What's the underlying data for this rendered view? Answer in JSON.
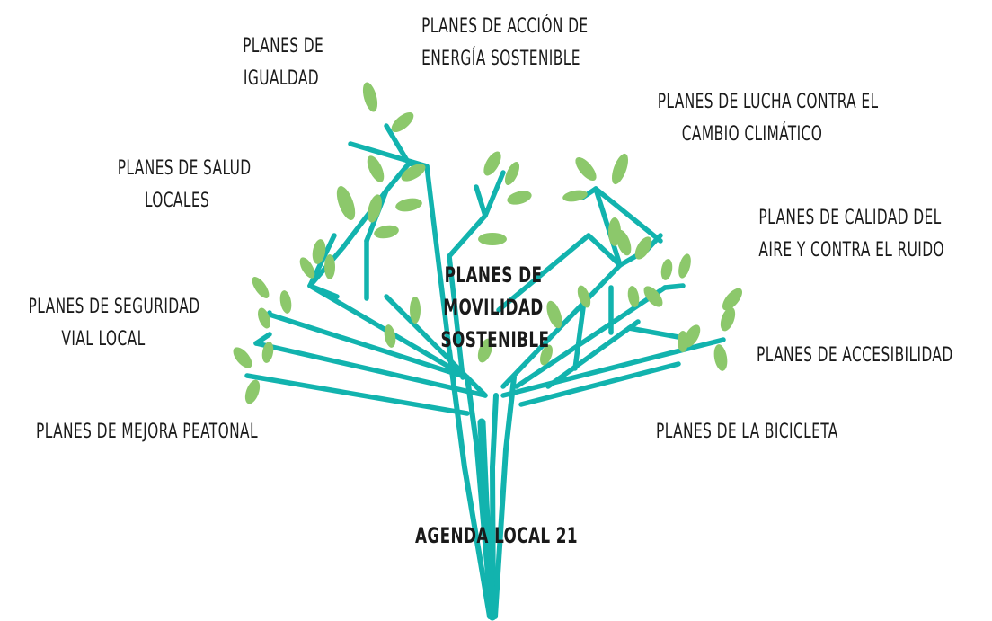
{
  "diagram": {
    "colors": {
      "branch": "#12b3ae",
      "leaf": "#8cc86b",
      "text": "#1a1a1a"
    },
    "root_label": "AGENDA LOCAL 21",
    "center_label": "PLANES DE\nMOVILIDAD\nSOSTENIBLE",
    "plans": {
      "igualdad": "PLANES DE\nIGUALDAD",
      "energia": "PLANES DE ACCIÓN DE\nENERGÍA SOSTENIBLE",
      "cambio_climatico": "PLANES DE LUCHA CONTRA EL\nCAMBIO CLIMÁTICO",
      "salud": "PLANES DE SALUD\nLOCALES",
      "calidad_aire": "PLANES DE CALIDAD DEL\nAIRE Y CONTRA EL RUIDO",
      "seguridad_vial": "PLANES DE SEGURIDAD\nVIAL LOCAL",
      "accesibilidad": "PLANES DE ACCESIBILIDAD",
      "peatonal": "PLANES DE MEJORA PEATONAL",
      "bicicleta": "PLANES DE LA BICICLETA"
    }
  }
}
